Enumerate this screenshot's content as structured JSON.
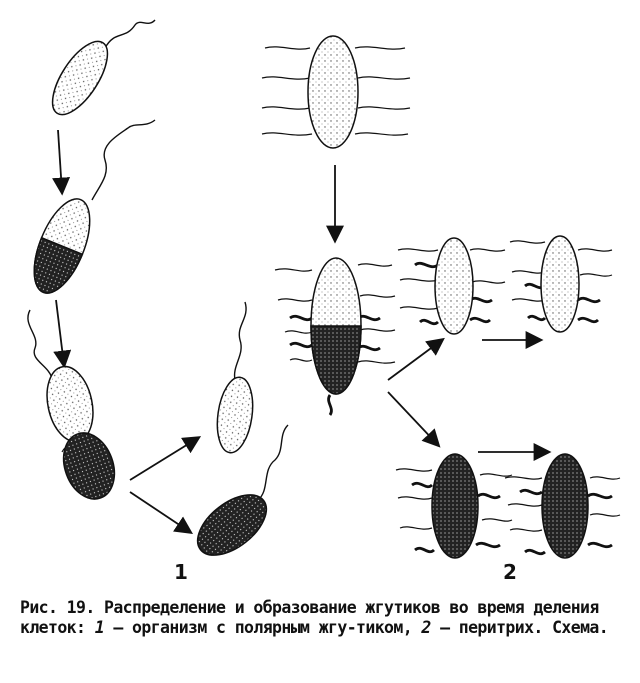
{
  "figure": {
    "panel_labels": {
      "left": "1",
      "right": "2"
    }
  },
  "caption": {
    "fig_ref": "Рис. 19.",
    "text_a": "Распределение и образование жгутиков во время деления клеток:",
    "num1": "1",
    "text_b": "— организм с полярным жгу-тиком,",
    "num2": "2",
    "text_c": "— перитрих. Схема."
  }
}
